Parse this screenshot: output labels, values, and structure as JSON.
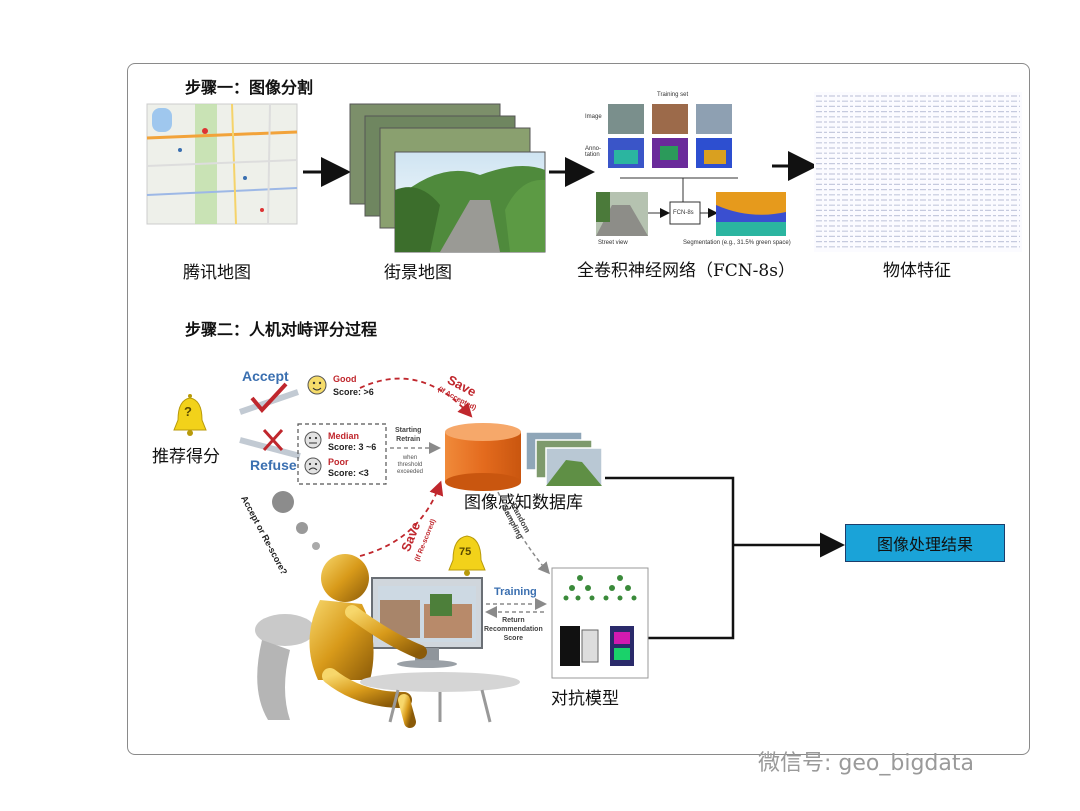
{
  "step1": {
    "title": "步骤一：图像分割",
    "labels": {
      "map": "腾讯地图",
      "street": "街景地图",
      "fcn": "全卷积神经网络（FCN-8s）",
      "features": "物体特征"
    },
    "fcn_panel": {
      "training_set": "Training set",
      "image": "Image",
      "annotation": "Anno-\ntation",
      "fcn_box": "FCN-8s",
      "street_view": "Street view",
      "segmentation": "Segmentation (e.g., 31.5% green space)"
    }
  },
  "step2": {
    "title": "步骤二：人机对峙评分过程",
    "recommend": "推荐得分",
    "accept": "Accept",
    "refuse": "Refuse",
    "good": "Good",
    "good_score": "Score: >6",
    "median": "Median",
    "median_score": "Score: 3 ~6",
    "poor": "Poor",
    "poor_score": "Score: <3",
    "save_accepted": "Save",
    "save_accepted_sub": "(If Accepted)",
    "save_rescored": "Save",
    "save_rescored_sub": "(If Re-scored)",
    "starting_retrain": "Starting\nRetrain",
    "when_threshold": "when\nthreshold\nexceeded",
    "database": "图像感知数据库",
    "random_sampling": "Random\nSampling",
    "accept_or_rescore": "Accept or Re-score?",
    "score_bubble": "75",
    "training": "Training",
    "return_score": "Return\nRecommendation\nScore",
    "adversarial": "对抗模型",
    "question_mark": "?"
  },
  "result": "图像处理结果",
  "watermark": "微信号: geo_bigdata",
  "colors": {
    "result_box": "#1aa3d8",
    "database": "#e8772e",
    "accent_red": "#c0272d",
    "accent_blue": "#3a6fb0",
    "frame": "#8a8a8a"
  }
}
